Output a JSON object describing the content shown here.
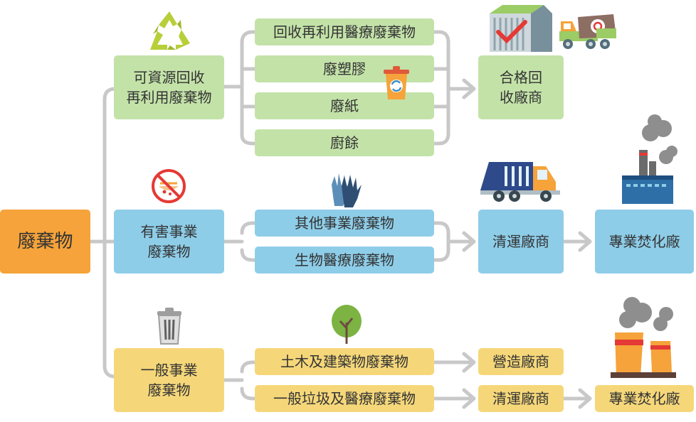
{
  "root": {
    "label": "廢棄物"
  },
  "categories": {
    "recyclable": {
      "label": "可資源回收\n再利用廢棄物",
      "color": "#c3e2a8"
    },
    "hazardous": {
      "label": "有害事業\n廢棄物",
      "color": "#8ecde8"
    },
    "general": {
      "label": "一般事業\n廢棄物",
      "color": "#f5d77a"
    }
  },
  "recyclable_items": [
    "回收再利用醫療廢棄物",
    "廢塑膠",
    "廢紙",
    "廚餘"
  ],
  "hazardous_items": [
    "其他事業廢棄物",
    "生物醫療廢棄物"
  ],
  "general_items": [
    "土木及建築物廢棄物",
    "一般垃圾及醫療廢棄物"
  ],
  "handlers": {
    "recycler": "合格回\n收廠商",
    "hazardous_cleaner": "清運廠商",
    "hazardous_incinerator": "專業焚化廠",
    "construction": "營造廠商",
    "general_cleaner": "清運廠商",
    "general_incinerator": "專業焚化廠"
  },
  "icons": [
    "recycle-icon",
    "trash-can-icon",
    "warehouse-icon",
    "recycling-truck-icon",
    "no-biohazard-icon",
    "gloves-icon",
    "garbage-truck-icon",
    "factory-chimney-icon",
    "waste-bin-icon",
    "tree-icon",
    "incinerator-icon"
  ],
  "colors": {
    "connector": "#c8c8c8",
    "green": "#c3e2a8",
    "blue": "#8ecde8",
    "yellow": "#f5d77a",
    "orange": "#f5a33a"
  }
}
